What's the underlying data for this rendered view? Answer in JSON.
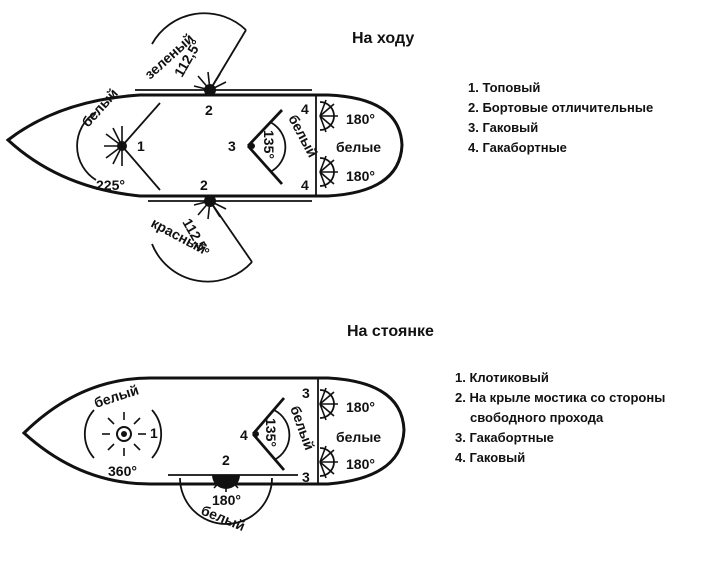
{
  "section_moving": {
    "title": "На ходу",
    "legend": [
      "1. Топовый",
      "2. Бортовые отличительные",
      "3. Гаковый",
      "4. Гакабортные"
    ],
    "labels": {
      "masthead_color": "белый",
      "masthead_angle": "225°",
      "side_green_color": "зеленый",
      "side_green_angle": "112,5°",
      "side_red_color": "красный",
      "side_red_angle": "112,5°",
      "stern_tow_color": "белый",
      "stern_tow_angle": "135°",
      "stern_color": "белые",
      "stern_angle_top": "180°",
      "stern_angle_bottom": "180°",
      "num_1": "1",
      "num_2_top": "2",
      "num_2_bottom": "2",
      "num_3": "3",
      "num_4_top": "4",
      "num_4_bottom": "4"
    }
  },
  "section_anchored": {
    "title": "На стоянке",
    "legend": [
      "1. Клотиковый",
      "2. На крыле мостика со стороны",
      "свободного прохода",
      "3. Гакабортные",
      "4. Гаковый"
    ],
    "labels": {
      "masthead_color": "белый",
      "masthead_angle": "360°",
      "bridge_color": "белый",
      "bridge_angle": "180°",
      "tow_color": "белый",
      "tow_angle": "135°",
      "stern_color": "белые",
      "stern_angle_top": "180°",
      "stern_angle_bottom": "180°",
      "num_1": "1",
      "num_2": "2",
      "num_3_top": "3",
      "num_3_bottom": "3",
      "num_4": "4"
    }
  }
}
